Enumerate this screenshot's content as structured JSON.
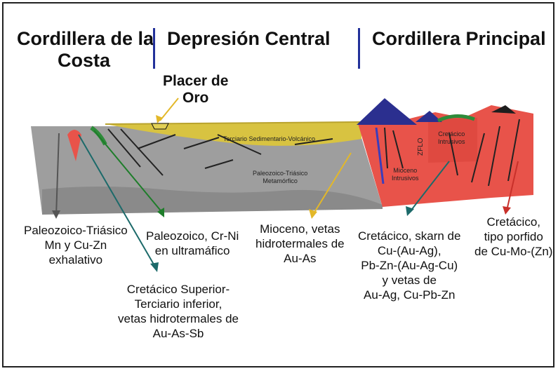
{
  "regions": {
    "coast_line1": "Cordillera de la",
    "coast_line2": "Costa",
    "central": "Depresión Central",
    "principal": "Cordillera Principal"
  },
  "placer": {
    "line1": "Placer de",
    "line2": "Oro"
  },
  "section_labels": {
    "terciario": "Terciario Sedimentario-Volcánico",
    "paleozoico_line1": "Paleozoico-Triásico",
    "paleozoico_line2": "Metamórfico",
    "mioceno_line1": "Mioceno",
    "mioceno_line2": "Intrusivos",
    "cretacico_line1": "Cretácico",
    "cretacico_line2": "Intrusivos",
    "zflo": "ZFLO"
  },
  "deposits": {
    "d1": [
      "Paleozoico-Triásico",
      "Mn y Cu-Zn",
      "exhalativo"
    ],
    "d2": [
      "Paleozoico, Cr-Ni",
      "en ultramáfico"
    ],
    "d3": [
      "Cretácico Superior-",
      "Terciario inferior,",
      "vetas hidrotermales de",
      "Au-As-Sb"
    ],
    "d4": [
      "Mioceno, vetas",
      "hidrotermales de",
      "Au-As"
    ],
    "d5": [
      "Cretácico, skarn de",
      "Cu-(Au-Ag),",
      "Pb-Zn-(Au-Ag-Cu)",
      "y vetas de",
      "Au-Ag, Cu-Pb-Zn"
    ],
    "d6": [
      "Cretácico,",
      "tipo porfido",
      "de Cu-Mo-(Zn)"
    ]
  },
  "colors": {
    "basement": "#9e9e9e",
    "sediment": "#d8c341",
    "intrusive": "#e8534a",
    "volcanic": "#2b2f8f",
    "separator": "#23319a"
  }
}
